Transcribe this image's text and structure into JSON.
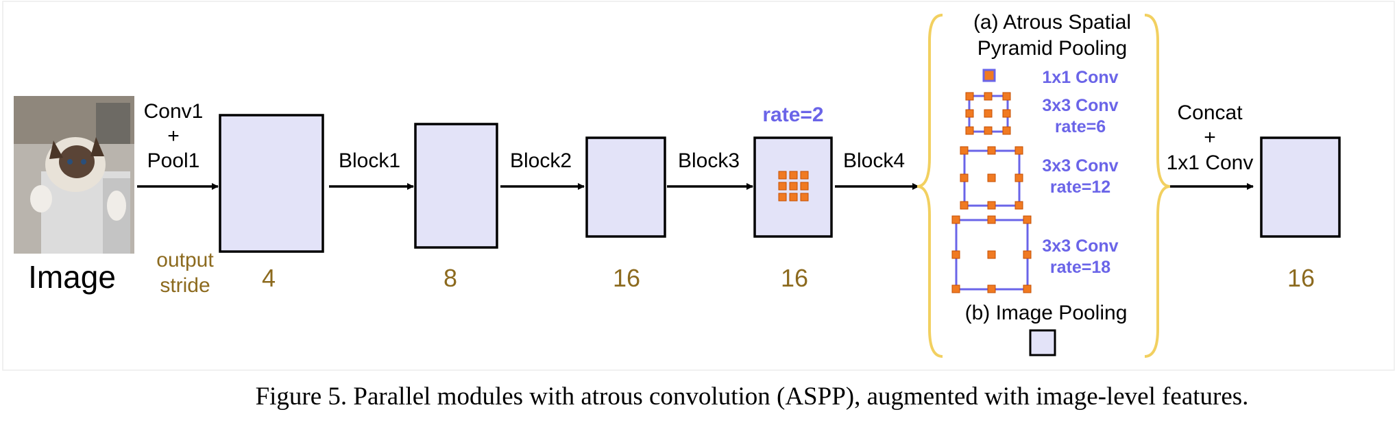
{
  "diagram": {
    "input_label": "Image",
    "photo_description": "cat-photo",
    "stem_label": [
      "Conv1",
      "+",
      "Pool1"
    ],
    "output_stride_label": [
      "output",
      "stride"
    ],
    "blocks": [
      "Block1",
      "Block2",
      "Block3",
      "Block4"
    ],
    "strides": [
      "4",
      "8",
      "16",
      "16",
      "16"
    ],
    "rate_label": "rate=2",
    "aspp_title": [
      "(a) Atrous Spatial",
      "Pyramid Pooling"
    ],
    "aspp_branches": [
      {
        "label": [
          "1x1 Conv"
        ]
      },
      {
        "label": [
          "3x3 Conv",
          "rate=6"
        ]
      },
      {
        "label": [
          "3x3 Conv",
          "rate=12"
        ]
      },
      {
        "label": [
          "3x3 Conv",
          "rate=18"
        ]
      }
    ],
    "image_pooling_label": "(b) Image Pooling",
    "concat_label": [
      "Concat",
      "+",
      "1x1 Conv"
    ]
  },
  "caption": "Figure 5. Parallel modules with atrous convolution (ASPP), augmented with image-level features.",
  "colors": {
    "feature_fill": "#e3e3f8",
    "kernel_orange": "#f07a22",
    "kernel_blue": "#6a64e8",
    "stride_brown": "#8c6a1e",
    "brace_yellow": "#f2d060",
    "arrow": "#000000"
  }
}
